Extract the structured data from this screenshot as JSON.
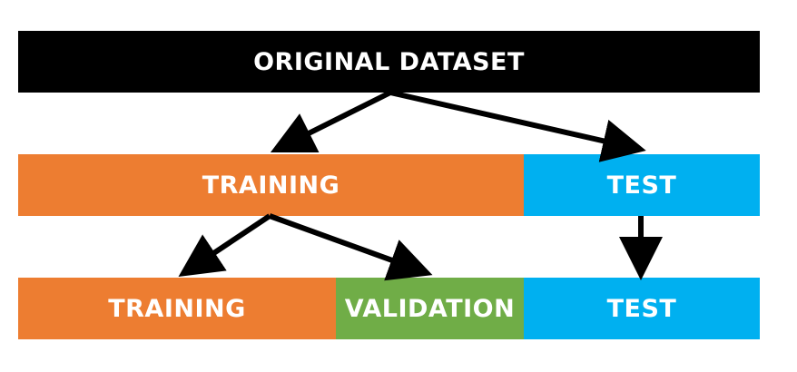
{
  "diagram": {
    "top": {
      "label": "ORIGINAL DATASET",
      "color": "#000000"
    },
    "middle": [
      {
        "label": "TRAINING",
        "color": "#ED7D31"
      },
      {
        "label": "TEST",
        "color": "#00B0F0"
      }
    ],
    "bottom": [
      {
        "label": "TRAINING",
        "color": "#ED7D31"
      },
      {
        "label": "VALIDATION",
        "color": "#70AD47"
      },
      {
        "label": "TEST",
        "color": "#00B0F0"
      }
    ],
    "arrow_color": "#000000"
  }
}
